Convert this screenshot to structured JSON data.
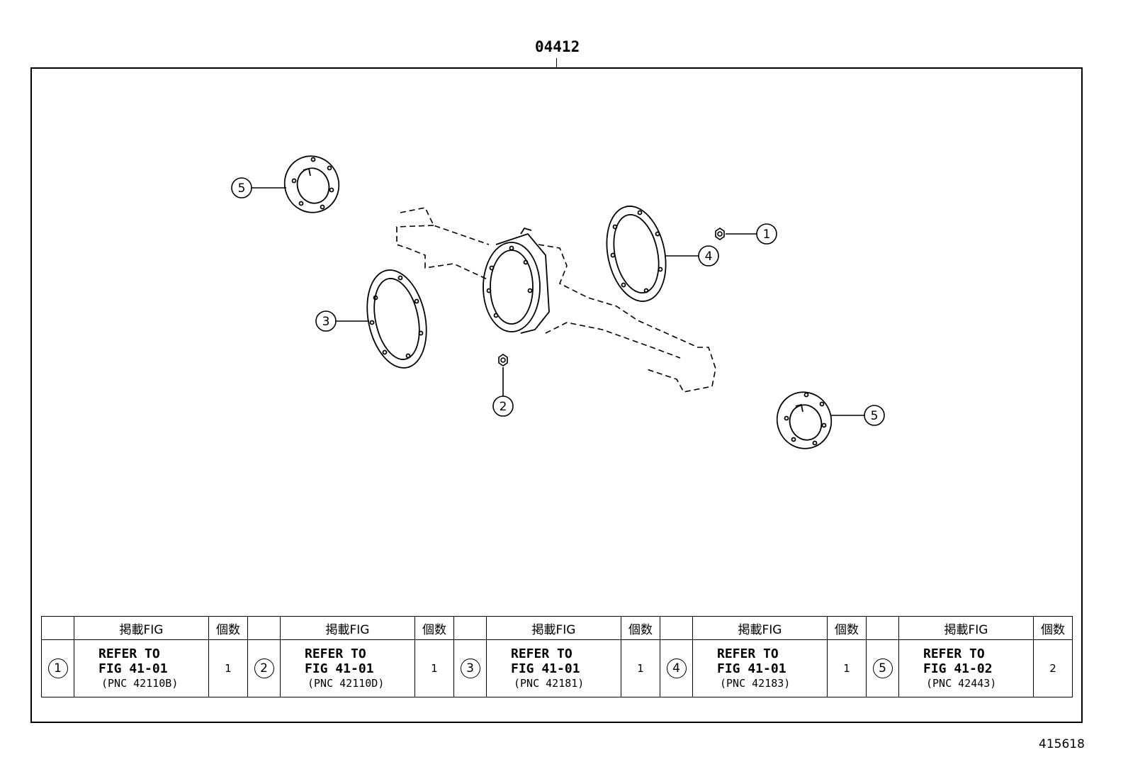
{
  "kit_number": "04412",
  "figure_id": "415618",
  "callouts": [
    {
      "num": "1"
    },
    {
      "num": "2"
    },
    {
      "num": "3"
    },
    {
      "num": "4"
    },
    {
      "num": "5"
    },
    {
      "num": "5"
    }
  ],
  "table": {
    "header_fig": "掲載FIG",
    "header_qty": "個数",
    "rows": [
      {
        "num": "1",
        "line1": "REFER TO",
        "line2": "FIG 41-01",
        "line3": "(PNC 42110B)",
        "qty": "1"
      },
      {
        "num": "2",
        "line1": "REFER TO",
        "line2": "FIG 41-01",
        "line3": "(PNC 42110D)",
        "qty": "1"
      },
      {
        "num": "3",
        "line1": "REFER TO",
        "line2": "FIG 41-01",
        "line3": "(PNC 42181)",
        "qty": "1"
      },
      {
        "num": "4",
        "line1": "REFER TO",
        "line2": "FIG 41-01",
        "line3": "(PNC 42183)",
        "qty": "1"
      },
      {
        "num": "5",
        "line1": "REFER TO",
        "line2": "FIG 41-02",
        "line3": "(PNC 42443)",
        "qty": "2"
      }
    ]
  }
}
